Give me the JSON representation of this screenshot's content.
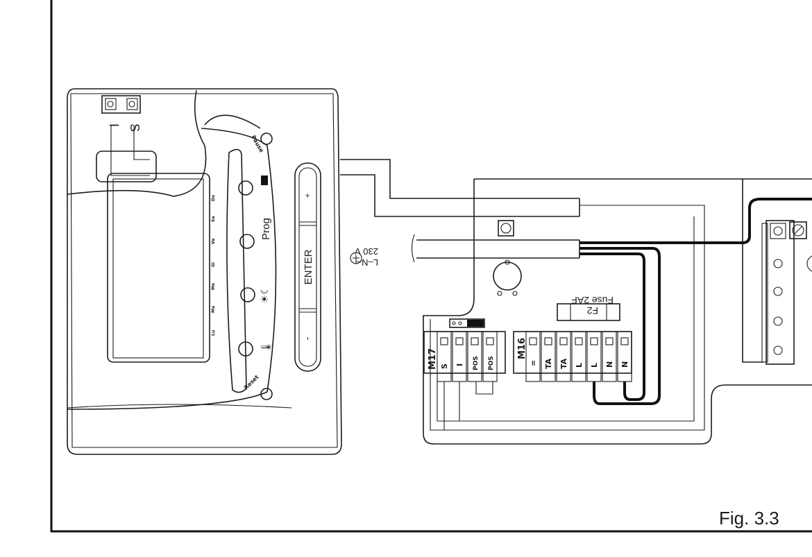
{
  "figure": {
    "caption": "Fig. 3.3"
  },
  "thermostat": {
    "terminals": [
      "I",
      "S"
    ],
    "buttons": {
      "pause": "Pause",
      "prog": "Prog",
      "reset": "Reset",
      "enter": "ENTER",
      "plus": "+",
      "minus": "-"
    },
    "days": [
      "Lu",
      "Ma",
      "Me",
      "Gi",
      "Ve",
      "Sa",
      "Do"
    ]
  },
  "power_cable": {
    "line1": "230 V",
    "line2": "L–N–"
  },
  "board": {
    "fuse_label": "Fuse 2AF",
    "fuse_id": "F2",
    "m17": {
      "label": "M17",
      "terminals": [
        "S",
        "I",
        "POS",
        "POS"
      ]
    },
    "m16": {
      "label": "M16",
      "terminals": [
        "=",
        "TA",
        "TA",
        "L",
        "L",
        "N",
        "N"
      ]
    }
  }
}
